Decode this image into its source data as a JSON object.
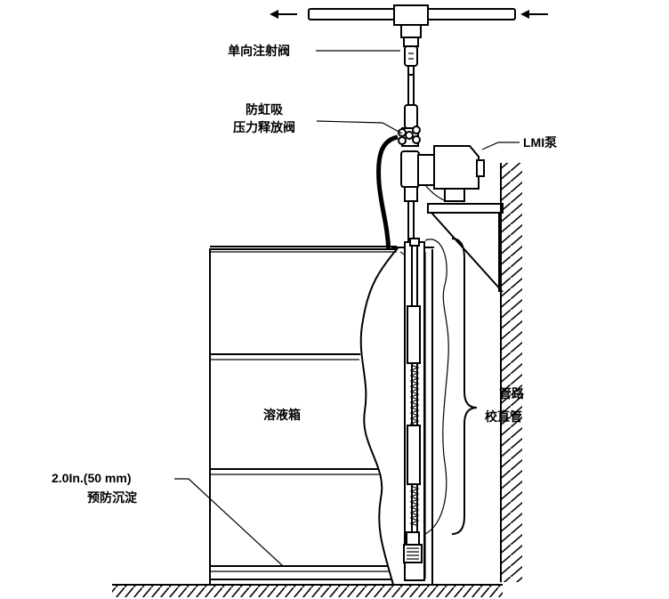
{
  "labels": {
    "check_valve": "单向注射阀",
    "anti_siphon_1": "防虹吸",
    "anti_siphon_2": "压力释放阀",
    "pump": "LMI泵",
    "tank": "溶液箱",
    "calib_1": "管路",
    "calib_2": "校直管",
    "sediment_1": "2.0In.(50 mm)",
    "sediment_2": "预防沉淀"
  },
  "colors": {
    "ink": "#000000",
    "paper": "#ffffff"
  }
}
